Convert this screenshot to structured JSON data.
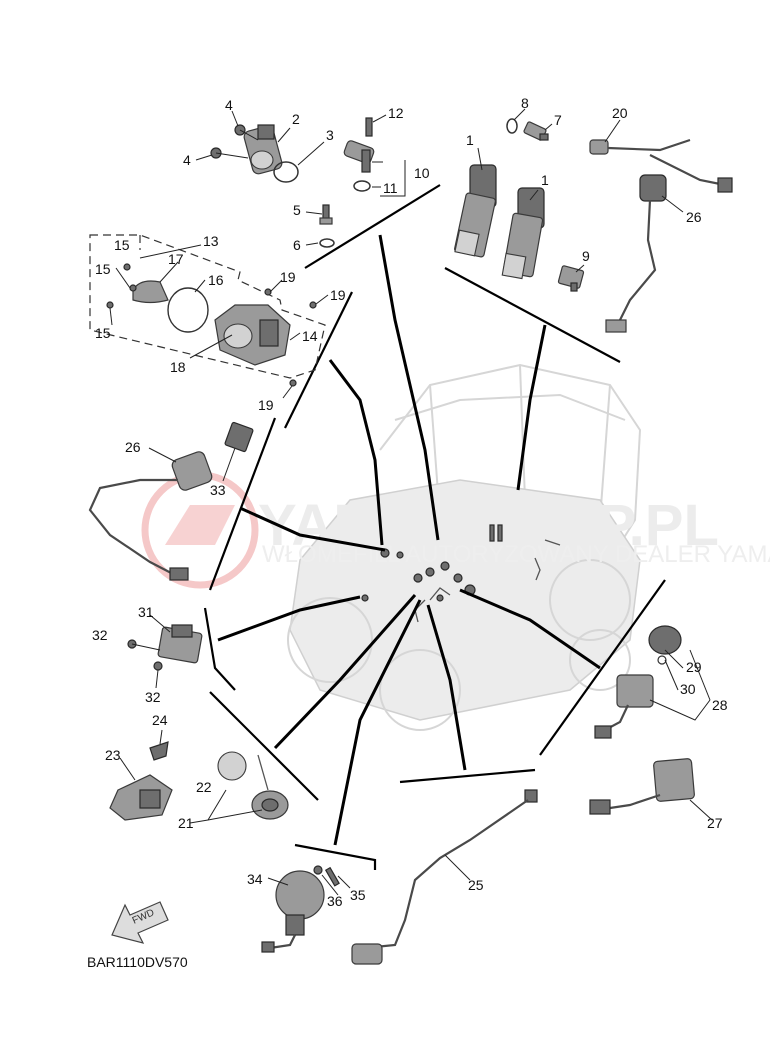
{
  "diagram_code": "BAR1110DV570",
  "watermark": {
    "title": "YAMA-SKLEP.PL",
    "subtitle": "WŁOMEFILL AUTORYZOWANY DEALER YAMAHA"
  },
  "fwd_label": "FWD",
  "callouts": {
    "c1a": "1",
    "c1b": "1",
    "c2": "2",
    "c3": "3",
    "c4a": "4",
    "c4b": "4",
    "c5": "5",
    "c6": "6",
    "c7": "7",
    "c8": "8",
    "c9": "9",
    "c10": "10",
    "c11": "11",
    "c12": "12",
    "c13": "13",
    "c14": "14",
    "c15a": "15",
    "c15b": "15",
    "c15c": "15",
    "c16": "16",
    "c17": "17",
    "c18": "18",
    "c19a": "19",
    "c19b": "19",
    "c19c": "19",
    "c20": "20",
    "c21": "21",
    "c22": "22",
    "c23": "23",
    "c24": "24",
    "c25": "25",
    "c26a": "26",
    "c26b": "26",
    "c27": "27",
    "c28": "28",
    "c29": "29",
    "c30": "30",
    "c31": "31",
    "c32a": "32",
    "c32b": "32",
    "c33": "33",
    "c34": "34",
    "c35": "35",
    "c36": "36"
  },
  "colors": {
    "line": "#000000",
    "part": "#9a9a9a",
    "watermark": "#e6e6e6",
    "watermark_logo": "#f4c4c4"
  }
}
